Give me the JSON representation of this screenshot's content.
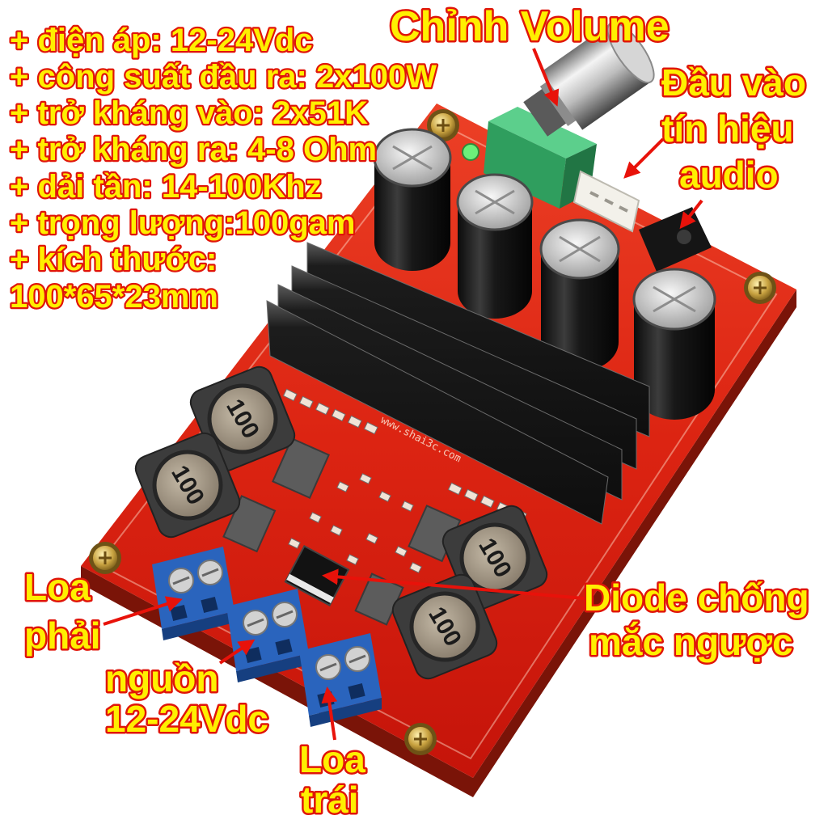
{
  "specs": [
    "+ điện áp: 12-24Vdc",
    "+ công suất đầu ra: 2x100W",
    "+ trở kháng vào: 2x51K",
    "+ trở kháng ra: 4-8 Ohm",
    "+ dải tần: 14-100Khz",
    "+ trọng lượng:100gam",
    "+ kích thước:",
    "100*65*23mm"
  ],
  "callouts": {
    "volume": "Chỉnh Volume",
    "audio_input": [
      "Đầu vào",
      "tín hiệu",
      "audio"
    ],
    "right_speaker": [
      "Loa",
      "phải"
    ],
    "power": [
      "nguồn",
      "12-24Vdc"
    ],
    "left_speaker": [
      "Loa",
      "trái"
    ],
    "diode": [
      "Diode chống",
      "mắc ngược"
    ]
  },
  "board": {
    "inductor_marking": "100",
    "silkscreen_url": "www.shai3c.com"
  },
  "colors": {
    "label_fill": "#ffef00",
    "label_outline": "#e0150a",
    "arrow": "#e8120a",
    "pcb": "#d8200f",
    "terminal": "#2a64bd"
  }
}
